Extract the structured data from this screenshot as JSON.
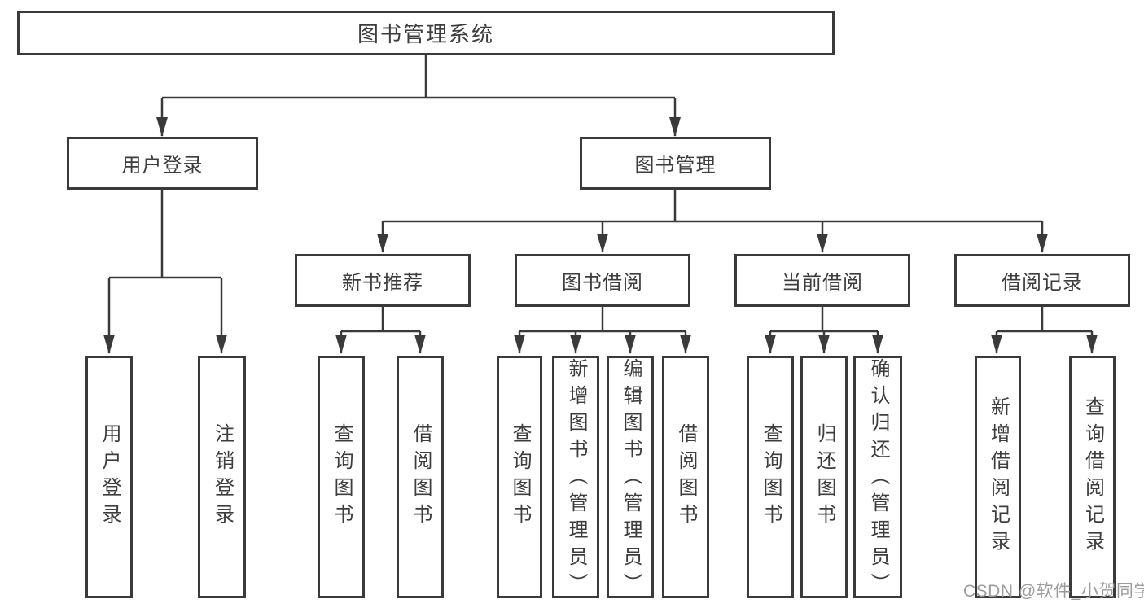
{
  "palette": {
    "line_color": "#3a3a3a",
    "box_border_color": "#3a3a3a",
    "box_fill_color": "#ffffff",
    "text_color": "#3d3d3d",
    "watermark_color": "#9c9c9c",
    "background": "#ffffff"
  },
  "tree": {
    "root": {
      "label": "图书管理系统"
    },
    "branches": [
      {
        "label": "用户登录",
        "children": [
          {
            "label": "用户登录"
          },
          {
            "label": "注销登录"
          }
        ]
      },
      {
        "label": "图书管理",
        "children": [
          {
            "label": "新书推荐",
            "children": [
              {
                "label": "查询图书"
              },
              {
                "label": "借阅图书"
              }
            ]
          },
          {
            "label": "图书借阅",
            "children": [
              {
                "label": "查询图书"
              },
              {
                "label": "新增图书（管理员）"
              },
              {
                "label": "编辑图书（管理员）"
              },
              {
                "label": "借阅图书"
              }
            ]
          },
          {
            "label": "当前借阅",
            "children": [
              {
                "label": "查询图书"
              },
              {
                "label": "归还图书"
              },
              {
                "label": "确认归还（管理员）"
              }
            ]
          },
          {
            "label": "借阅记录",
            "children": [
              {
                "label": "新增借阅记录"
              },
              {
                "label": "查询借阅记录"
              }
            ]
          }
        ]
      }
    ]
  },
  "watermark": {
    "text": "CSDN @软件_小贺同学"
  }
}
